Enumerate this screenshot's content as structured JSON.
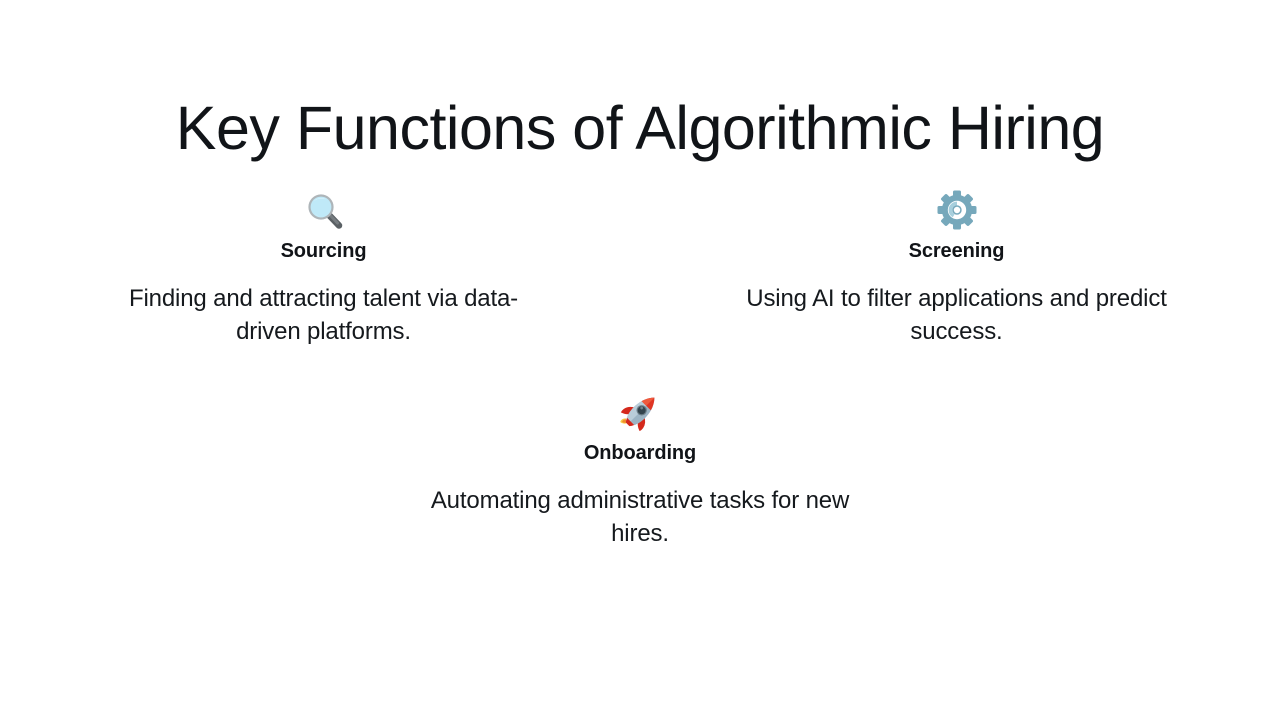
{
  "slide": {
    "title": "Key Functions of Algorithmic Hiring",
    "background_color": "#ffffff",
    "text_color": "#111418"
  },
  "cards": [
    {
      "icon_name": "magnifying-glass-icon",
      "icon_emoji": "🔍",
      "icon_colors": {
        "lens": "#bfe9f8",
        "rim": "#9aa3a8",
        "handle": "#595f63"
      },
      "title": "Sourcing",
      "description": "Finding and attracting talent via data-driven platforms."
    },
    {
      "icon_name": "gear-icon",
      "icon_emoji": "⚙️",
      "icon_colors": {
        "body": "#76a8bb",
        "inner": "#ffffff",
        "arc": "#a7cfdd"
      },
      "title": "Screening",
      "description": "Using AI to filter applications and predict success."
    },
    {
      "icon_name": "rocket-icon",
      "icon_emoji": "🚀",
      "icon_colors": {
        "body": "#9cb4c4",
        "nose": "#e03524",
        "fins": "#d4291c",
        "window": "#3a4a52",
        "flame": "#f7c843"
      },
      "title": "Onboarding",
      "description": "Automating administrative tasks for new hires."
    }
  ]
}
